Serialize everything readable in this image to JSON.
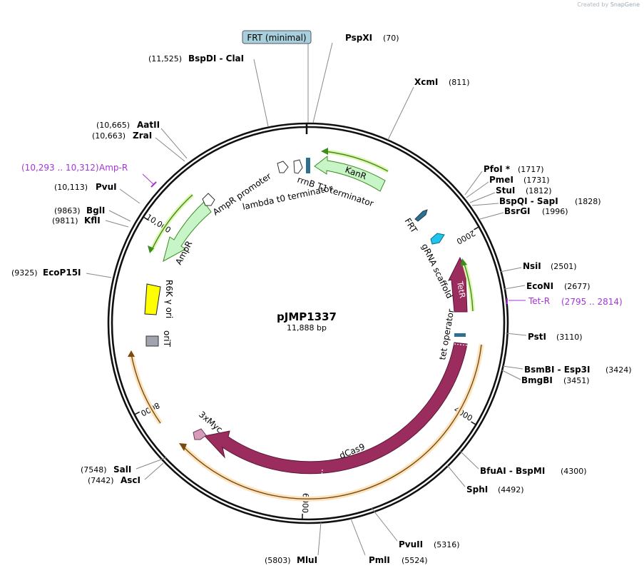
{
  "credit": {
    "prefix": "Created by",
    "brand": "SnapGene"
  },
  "plasmid": {
    "name": "pJMP1337",
    "size_label": "11,888 bp",
    "length_bp": 11888
  },
  "colors": {
    "backbone": "#111111",
    "magenta": "#9b2d5e",
    "kan_green": "#c8f5c8",
    "kan_edge": "#3c8c1e",
    "ori_yellow": "#ffff00",
    "orange": "#f5c27a",
    "frt_blue": "#2f6f8f",
    "cyan": "#1fc3ec",
    "primer": "#a335d6",
    "grey": "#a0a4ae",
    "myc_pink": "#d49cb8"
  },
  "ticks": [
    {
      "bp": 2000,
      "label": "2000"
    },
    {
      "bp": 4000,
      "label": "4000"
    },
    {
      "bp": 6000,
      "label": "6000"
    },
    {
      "bp": 8000,
      "label": "8000"
    },
    {
      "bp": 10000,
      "label": "10,000"
    }
  ],
  "sites": [
    {
      "name": "FRT (minimal)",
      "pos": "",
      "bp": 0,
      "boxed": true
    },
    {
      "name": "PspXI",
      "pos": "(70)",
      "bp": 70
    },
    {
      "name": "XcmI",
      "pos": "(811)",
      "bp": 811
    },
    {
      "name": "PfoI *",
      "pos": "(1717)",
      "bp": 1717
    },
    {
      "name": "PmeI",
      "pos": "(1731)",
      "bp": 1731
    },
    {
      "name": "StuI",
      "pos": "(1812)",
      "bp": 1812
    },
    {
      "name": "BspQI - SapI",
      "pos": "(1828)",
      "bp": 1828
    },
    {
      "name": "BsrGI",
      "pos": "(1996)",
      "bp": 1996
    },
    {
      "name": "NsiI",
      "pos": "(2501)",
      "bp": 2501
    },
    {
      "name": "EcoNI",
      "pos": "(2677)",
      "bp": 2677
    },
    {
      "name": "PstI",
      "pos": "(3110)",
      "bp": 3110
    },
    {
      "name": "BsmBI - Esp3I",
      "pos": "(3424)",
      "bp": 3424
    },
    {
      "name": "BmgBI",
      "pos": "(3451)",
      "bp": 3451
    },
    {
      "name": "BfuAI - BspMI",
      "pos": "(4300)",
      "bp": 4300
    },
    {
      "name": "SphI",
      "pos": "(4492)",
      "bp": 4492
    },
    {
      "name": "PvuII",
      "pos": "(5316)",
      "bp": 5316
    },
    {
      "name": "PmlI",
      "pos": "(5524)",
      "bp": 5524
    },
    {
      "name": "MluI",
      "pos": "(5803)",
      "bp": 5803
    },
    {
      "name": "AscI",
      "pos": "(7442)",
      "bp": 7442
    },
    {
      "name": "SalI",
      "pos": "(7548)",
      "bp": 7548
    },
    {
      "name": "EcoP15I",
      "pos": "(9325)",
      "bp": 9325
    },
    {
      "name": "KflI",
      "pos": "(9811)",
      "bp": 9811
    },
    {
      "name": "BglI",
      "pos": "(9863)",
      "bp": 9863
    },
    {
      "name": "PvuI",
      "pos": "(10,113)",
      "bp": 10113
    },
    {
      "name": "ZraI",
      "pos": "(10,663)",
      "bp": 10663
    },
    {
      "name": "AatII",
      "pos": "(10,665)",
      "bp": 10665
    },
    {
      "name": "BspDI - ClaI",
      "pos": "(11,525)",
      "bp": 11525
    }
  ],
  "primers": [
    {
      "name": "Amp-R",
      "pos": "(10,293 .. 10,312)"
    },
    {
      "name": "Tet-R",
      "pos": "(2795 .. 2814)"
    }
  ],
  "features": [
    {
      "name": "KanR"
    },
    {
      "name": "rrnB T1 terminator"
    },
    {
      "name": "lambda t0 terminator"
    },
    {
      "name": "AmpR promoter"
    },
    {
      "name": "AmpR"
    },
    {
      "name": "R6K γ ori"
    },
    {
      "name": "oriT"
    },
    {
      "name": "3xMyc"
    },
    {
      "name": "dCas9"
    },
    {
      "name": "tet operator"
    },
    {
      "name": "TetR"
    },
    {
      "name": "gRNA scaffold"
    },
    {
      "name": "FRT"
    }
  ]
}
